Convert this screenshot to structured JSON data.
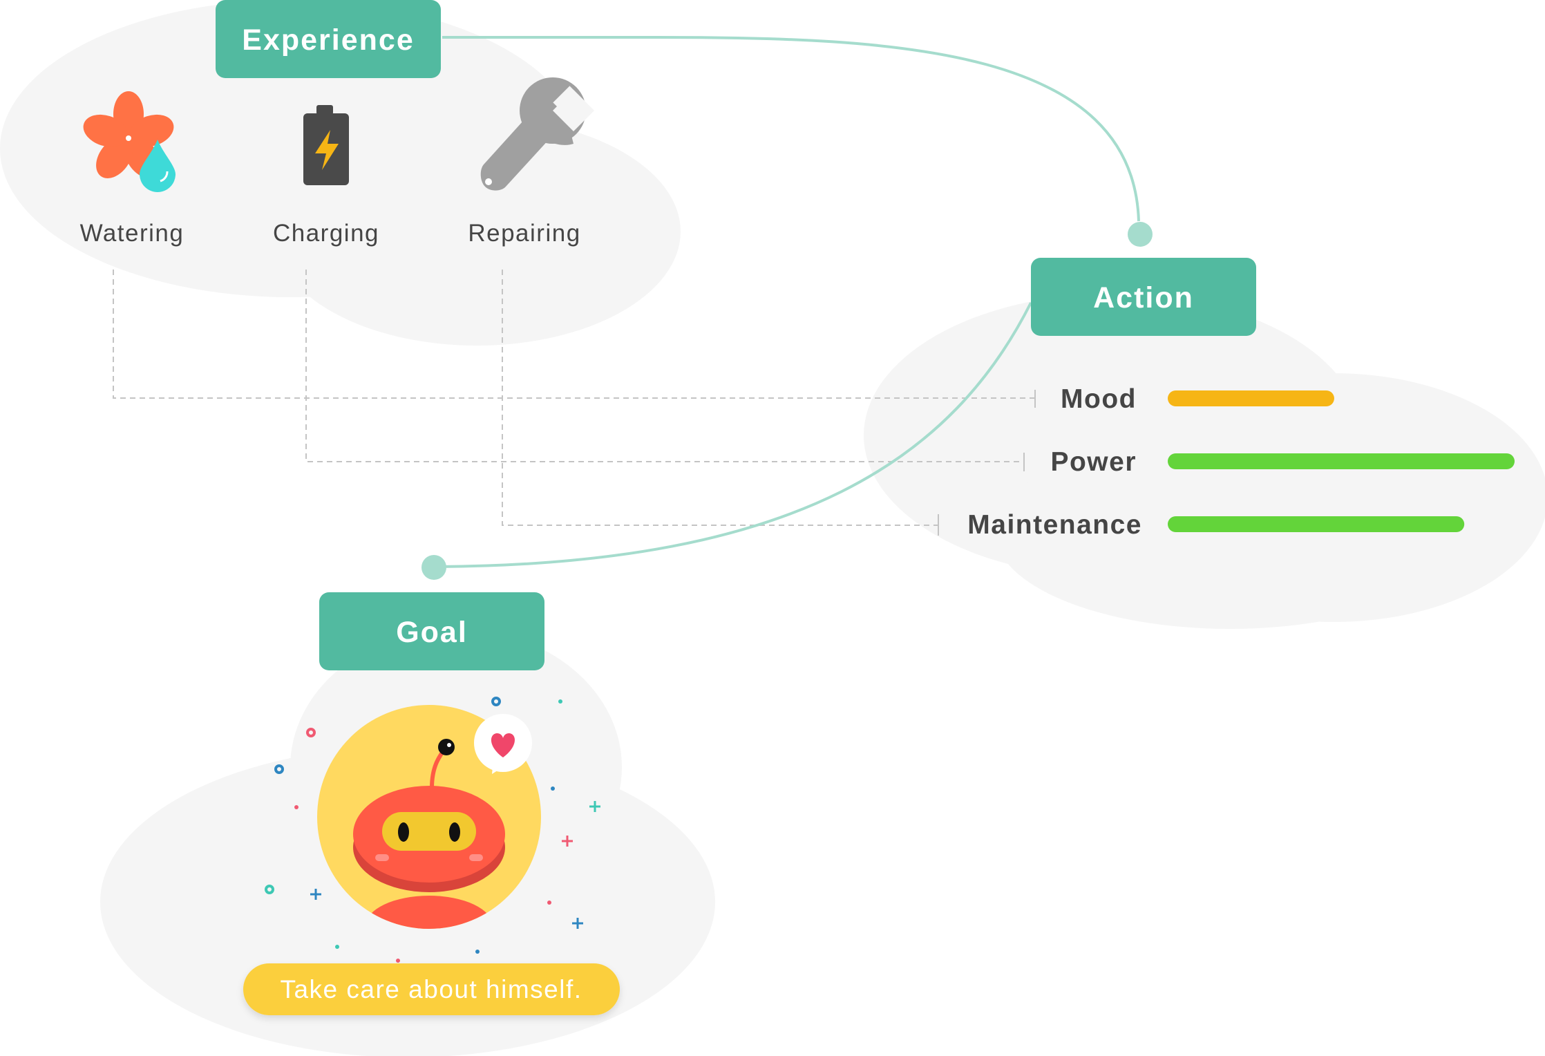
{
  "experience": {
    "title": "Experience",
    "items": [
      {
        "label": "Watering",
        "icon": "flower-water-drop-icon"
      },
      {
        "label": "Charging",
        "icon": "battery-charging-icon"
      },
      {
        "label": "Repairing",
        "icon": "wrench-icon"
      }
    ]
  },
  "action": {
    "title": "Action",
    "meters": [
      {
        "label": "Mood",
        "level": 0.48,
        "color": "#F6B515"
      },
      {
        "label": "Power",
        "level": 1.0,
        "color": "#63D43A"
      },
      {
        "label": "Maintenance",
        "level": 0.855,
        "color": "#63D43A"
      }
    ]
  },
  "goal": {
    "title": "Goal",
    "caption": "Take care about himself.",
    "icon": "robot-heart-icon"
  },
  "colors": {
    "node": "#52BAA0",
    "connector": "#A5DCCD",
    "cloud": "#F5F5F5",
    "text": "#454545",
    "caption_bg": "#FBCF3C"
  }
}
